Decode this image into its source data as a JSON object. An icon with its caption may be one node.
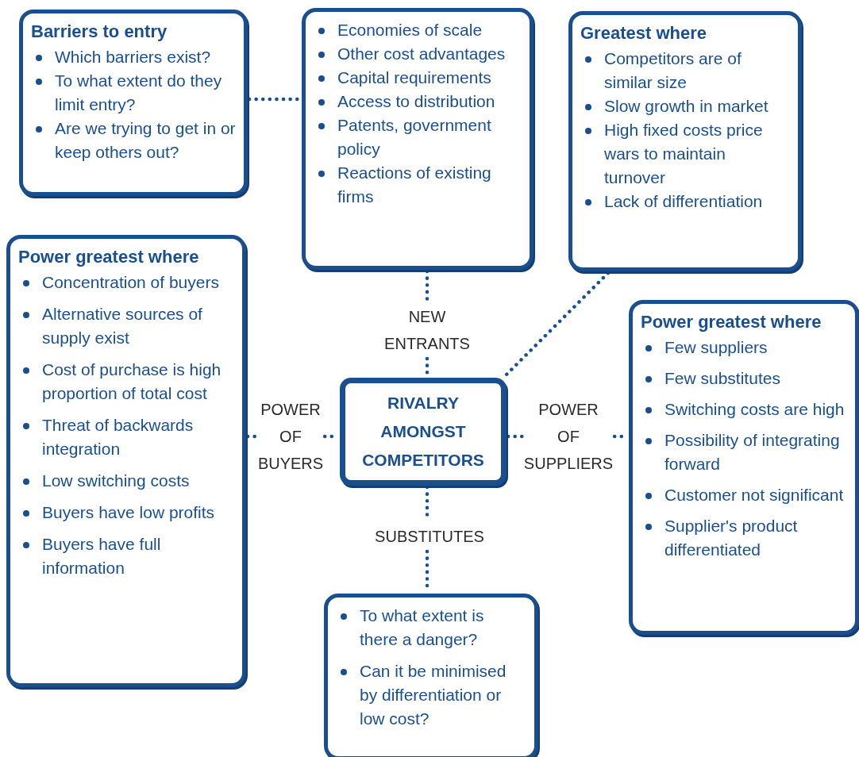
{
  "diagram": {
    "nodes": [
      {
        "text": [
          "Barriers to entry",
          "Which barriers exist?",
          "To what extent do they limit entry?",
          "Are we trying to get in or keep others out?"
        ]
      },
      {
        "text": [
          "Economies of scale",
          "Other cost advantages",
          "Capital requirements",
          "Access to distribution",
          "Patents, government policy",
          "Reactions of existing firms"
        ]
      },
      {
        "text": [
          "Greatest where",
          "Competitors are of similar size",
          "Slow growth in market",
          "High fixed costs price wars to maintain turnover",
          "Lack of differentiation"
        ]
      },
      {
        "text": [
          "Power greatest where",
          "Concentration of buyers",
          "Alternative sources of supply exist",
          "Cost of purchase is high proportion of total cost",
          "Threat of backwards integration",
          "Low switching costs",
          "Buyers have low profits",
          "Buyers have full information"
        ]
      },
      {
        "text": [
          "NEW ENTRANTS"
        ]
      },
      {
        "text": [
          "RIVALRY AMONGST COMPETITORS"
        ]
      },
      {
        "text": [
          "POWER OF BUYERS"
        ]
      },
      {
        "text": [
          "POWER OF SUPPLIERS"
        ]
      },
      {
        "text": [
          "Power greatest where",
          "Few suppliers",
          "Few substitutes",
          "Switching costs are high",
          "Possibility of integrating forward",
          "Customer not significant",
          "Supplier's product differentiated"
        ]
      },
      {
        "text": [
          "SUBSTITUTES"
        ]
      },
      {
        "text": [
          "To what extent is there a danger?",
          "Can it be minimised by differentiation or low cost?"
        ]
      }
    ],
    "edges": [
      {
        "from": 0,
        "to": 1,
        "arrow": "none",
        "style": "dashed"
      },
      {
        "from": 1,
        "to": 4,
        "arrow": "none",
        "style": "dashed"
      },
      {
        "from": 4,
        "to": 5,
        "arrow": "none",
        "style": "dashed"
      },
      {
        "from": 2,
        "to": 5,
        "arrow": "none",
        "style": "dashed"
      },
      {
        "from": 3,
        "to": 6,
        "arrow": "none",
        "style": "dashed"
      },
      {
        "from": 6,
        "to": 5,
        "arrow": "none",
        "style": "dashed"
      },
      {
        "from": 5,
        "to": 7,
        "arrow": "none",
        "style": "dashed"
      },
      {
        "from": 7,
        "to": 8,
        "arrow": "none",
        "style": "dashed"
      },
      {
        "from": 5,
        "to": 9,
        "arrow": "none",
        "style": "dashed"
      },
      {
        "from": 9,
        "to": 10,
        "arrow": "none",
        "style": "dashed"
      }
    ]
  }
}
